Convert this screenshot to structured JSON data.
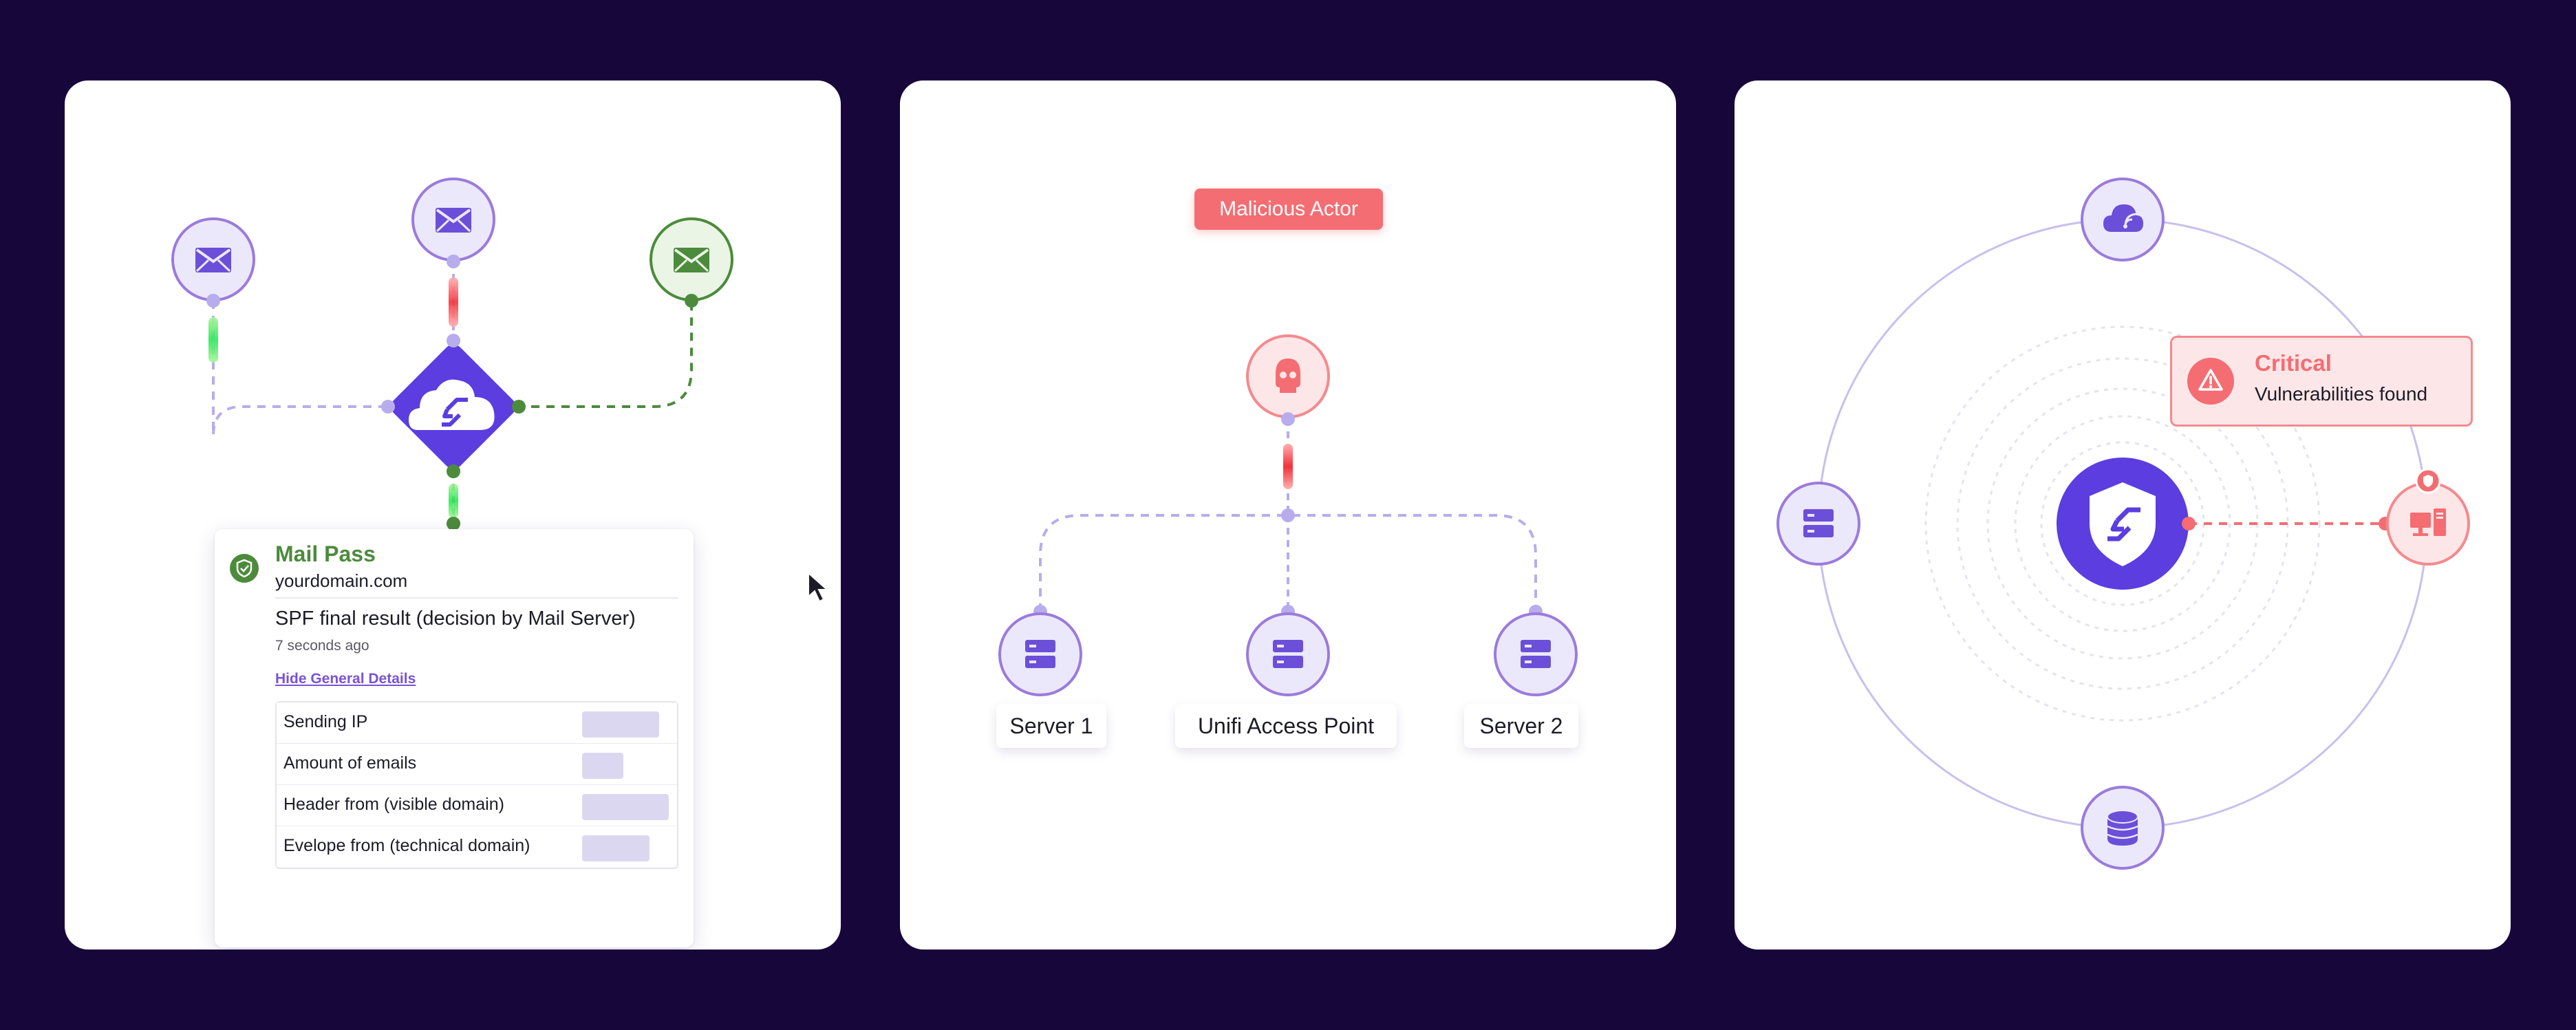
{
  "colors": {
    "background": "#17063a",
    "panel": "#ffffff",
    "brand_purple": "#5b3de0",
    "node_light_purple": "#ece8fb",
    "node_border_purple": "#9b7bdc",
    "pass_green": "#4c8b3c",
    "danger_red": "#f46d72",
    "danger_light": "#fde6e7"
  },
  "mail_panel": {
    "nodes": [
      {
        "name": "left-envelope",
        "status": "neutral",
        "icon": "envelope-icon"
      },
      {
        "name": "center-envelope",
        "status": "neutral",
        "icon": "envelope-icon"
      },
      {
        "name": "right-envelope",
        "status": "pass",
        "icon": "envelope-icon"
      }
    ],
    "hub_icon": "cloud-logo-icon",
    "card": {
      "status_icon": "shield-check-icon",
      "title": "Mail Pass",
      "domain": "yourdomain.com",
      "result": "SPF final result (decision by Mail Server)",
      "time": "7 seconds ago",
      "toggle_link": "Hide General Details",
      "rows": [
        {
          "label": "Sending IP"
        },
        {
          "label": "Amount of emails"
        },
        {
          "label": "Header from (visible domain)"
        },
        {
          "label": "Evelope from (technical domain)"
        }
      ]
    }
  },
  "network_panel": {
    "threat_label": "Malicious Actor",
    "threat_icon": "skull-icon",
    "server_icon": "server-icon",
    "servers": [
      {
        "label": "Server 1"
      },
      {
        "label": "Unifi Access Point"
      },
      {
        "label": "Server 2"
      }
    ]
  },
  "vuln_panel": {
    "center_icon": "shield-logo-icon",
    "orbit_icons": [
      "cloud-wifi-icon",
      "server-icon",
      "database-icon",
      "computer-icon"
    ],
    "alert_icon": "warning-icon",
    "alert": {
      "title": "Critical",
      "subtitle": "Vulnerabilities found"
    }
  }
}
